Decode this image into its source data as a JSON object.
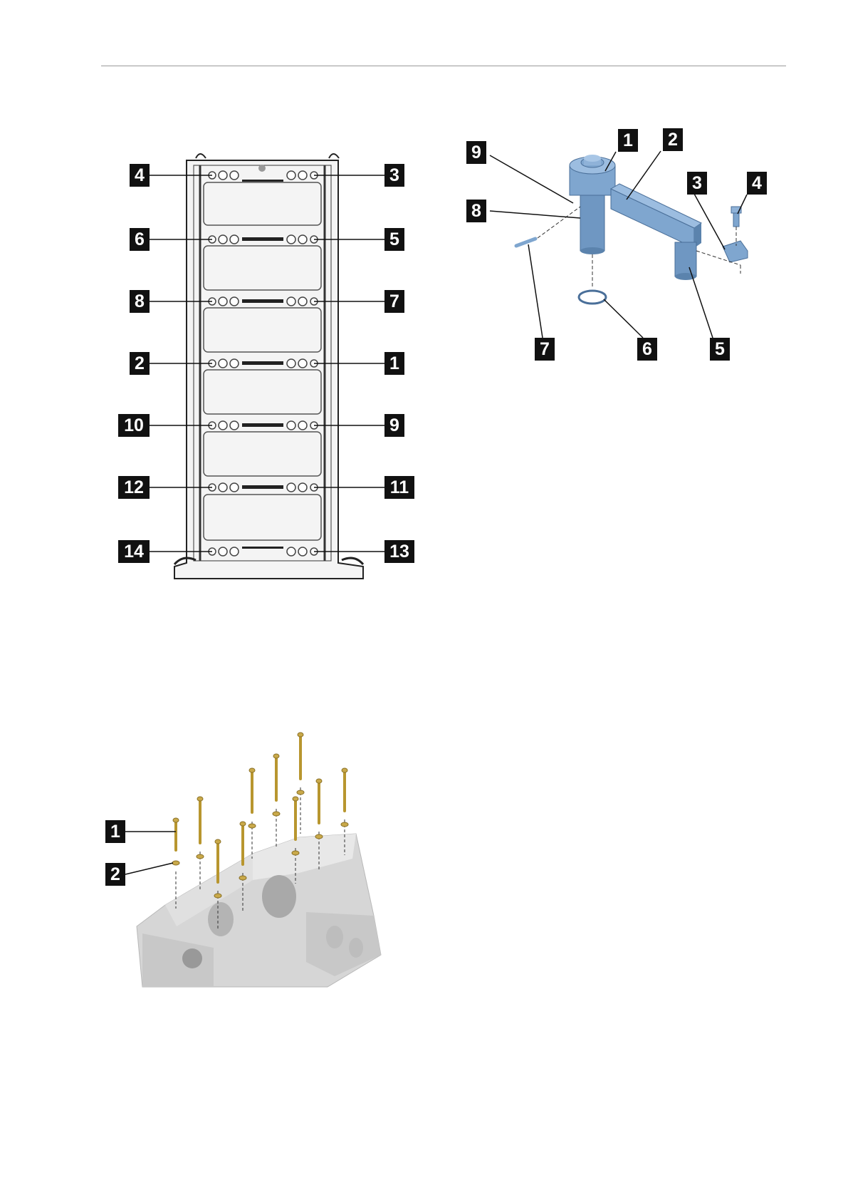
{
  "figures": {
    "bedplate": {
      "callouts": [
        "1",
        "2",
        "3",
        "4",
        "5",
        "6",
        "7",
        "8",
        "9",
        "10",
        "11",
        "12",
        "13",
        "14"
      ]
    },
    "tool": {
      "callouts": [
        "1",
        "2",
        "3",
        "4",
        "5",
        "6",
        "7",
        "8",
        "9"
      ]
    },
    "block": {
      "callouts": [
        "1",
        "2"
      ]
    }
  },
  "colors": {
    "callout": "#111111",
    "tool_blue": "#7fa6cf",
    "bolt_gold": "#c9a94a",
    "casting_gray": "#d6d6d6"
  }
}
